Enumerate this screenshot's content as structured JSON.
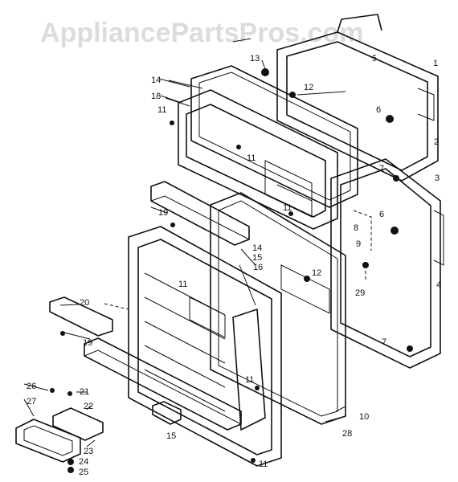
{
  "watermark": "AppliancePartsPros.com",
  "callouts": [
    {
      "key": "c1",
      "text": "1"
    },
    {
      "key": "c2",
      "text": "2"
    },
    {
      "key": "c3",
      "text": "3"
    },
    {
      "key": "c4",
      "text": "4"
    },
    {
      "key": "c5",
      "text": "5"
    },
    {
      "key": "c6a",
      "text": "6"
    },
    {
      "key": "c6b",
      "text": "6"
    },
    {
      "key": "c7a",
      "text": "7"
    },
    {
      "key": "c7b",
      "text": "7"
    },
    {
      "key": "c8",
      "text": "8"
    },
    {
      "key": "c9",
      "text": "9"
    },
    {
      "key": "c10",
      "text": "10"
    },
    {
      "key": "c11a",
      "text": "11"
    },
    {
      "key": "c11b",
      "text": "11"
    },
    {
      "key": "c11c",
      "text": "11"
    },
    {
      "key": "c11d",
      "text": "11"
    },
    {
      "key": "c11e",
      "text": "11"
    },
    {
      "key": "c11f",
      "text": "11"
    },
    {
      "key": "c12a",
      "text": "12"
    },
    {
      "key": "c12b",
      "text": "12"
    },
    {
      "key": "c13",
      "text": "13"
    },
    {
      "key": "c14a",
      "text": "14"
    },
    {
      "key": "c14b",
      "text": "14"
    },
    {
      "key": "c15a",
      "text": "15"
    },
    {
      "key": "c15b",
      "text": "15"
    },
    {
      "key": "c16",
      "text": "16"
    },
    {
      "key": "c18",
      "text": "18"
    },
    {
      "key": "c19a",
      "text": "19"
    },
    {
      "key": "c19b",
      "text": "19"
    },
    {
      "key": "c20",
      "text": "20"
    },
    {
      "key": "c21",
      "text": "21"
    },
    {
      "key": "c22",
      "text": "22"
    },
    {
      "key": "c23",
      "text": "23"
    },
    {
      "key": "c24",
      "text": "24"
    },
    {
      "key": "c25",
      "text": "25"
    },
    {
      "key": "c26",
      "text": "26"
    },
    {
      "key": "c27",
      "text": "27"
    },
    {
      "key": "c28",
      "text": "28"
    },
    {
      "key": "c29",
      "text": "29"
    }
  ]
}
